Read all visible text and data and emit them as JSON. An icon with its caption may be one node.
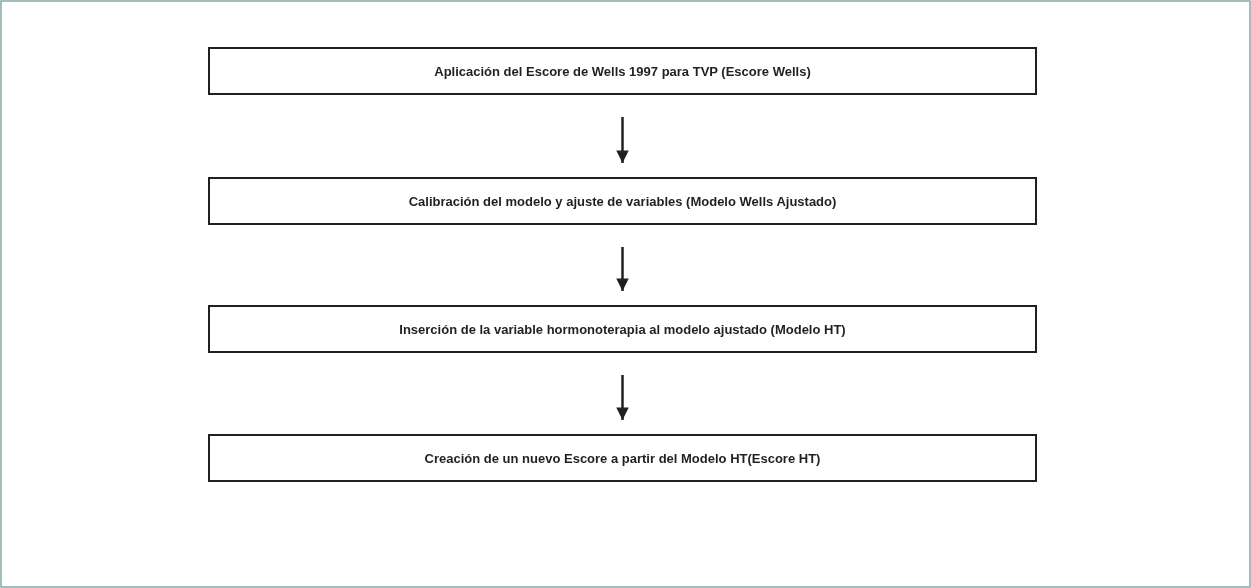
{
  "diagram": {
    "nodes": [
      {
        "text": [
          "Aplicación del Escore de Wells 1997 para TVP (Escore Wells)"
        ]
      },
      {
        "text": [
          "Calibración del modelo y ajuste de variables (Modelo Wells Ajustado)"
        ]
      },
      {
        "text": [
          "Inserción de la variable hormonoterapia al modelo ajustado (Modelo HT)"
        ]
      },
      {
        "text": [
          "Creación de un nuevo Escore a partir del Modelo HT(Escore HT)"
        ]
      }
    ],
    "edges": [
      {
        "from": 0,
        "to": 1,
        "arrow": "to"
      },
      {
        "from": 1,
        "to": 2,
        "arrow": "to"
      },
      {
        "from": 2,
        "to": 3,
        "arrow": "to"
      }
    ]
  }
}
